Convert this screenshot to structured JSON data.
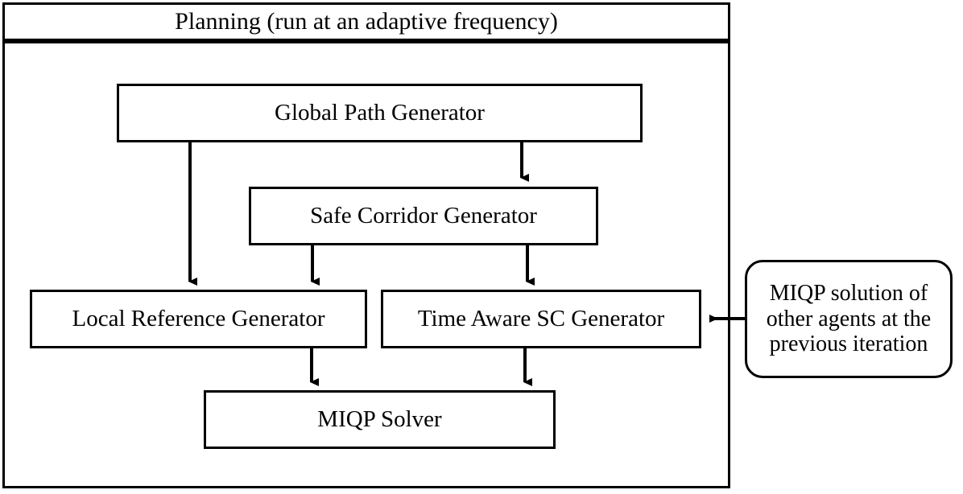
{
  "diagram": {
    "title": "Planning (run at an adaptive frequency)",
    "nodes": {
      "global_path_generator": "Global Path Generator",
      "safe_corridor_generator": "Safe Corridor Generator",
      "local_reference_generator": "Local Reference Generator",
      "time_aware_sc_generator": "Time Aware SC Generator",
      "miqp_solver": "MIQP Solver",
      "miqp_solution_external": "MIQP solution of other agents at the previous iteration"
    },
    "colors": {
      "stroke": "#000000",
      "background": "#ffffff",
      "text": "#000000"
    },
    "edges": [
      {
        "from": "global_path_generator",
        "to": "safe_corridor_generator",
        "style": "arrow"
      },
      {
        "from": "global_path_generator",
        "to": "local_reference_generator",
        "style": "arrow"
      },
      {
        "from": "safe_corridor_generator",
        "to": "local_reference_generator",
        "style": "arrow"
      },
      {
        "from": "safe_corridor_generator",
        "to": "time_aware_sc_generator",
        "style": "arrow"
      },
      {
        "from": "local_reference_generator",
        "to": "miqp_solver",
        "style": "arrow"
      },
      {
        "from": "time_aware_sc_generator",
        "to": "miqp_solver",
        "style": "arrow"
      },
      {
        "from": "miqp_solution_external",
        "to": "time_aware_sc_generator",
        "style": "arrow"
      }
    ]
  }
}
